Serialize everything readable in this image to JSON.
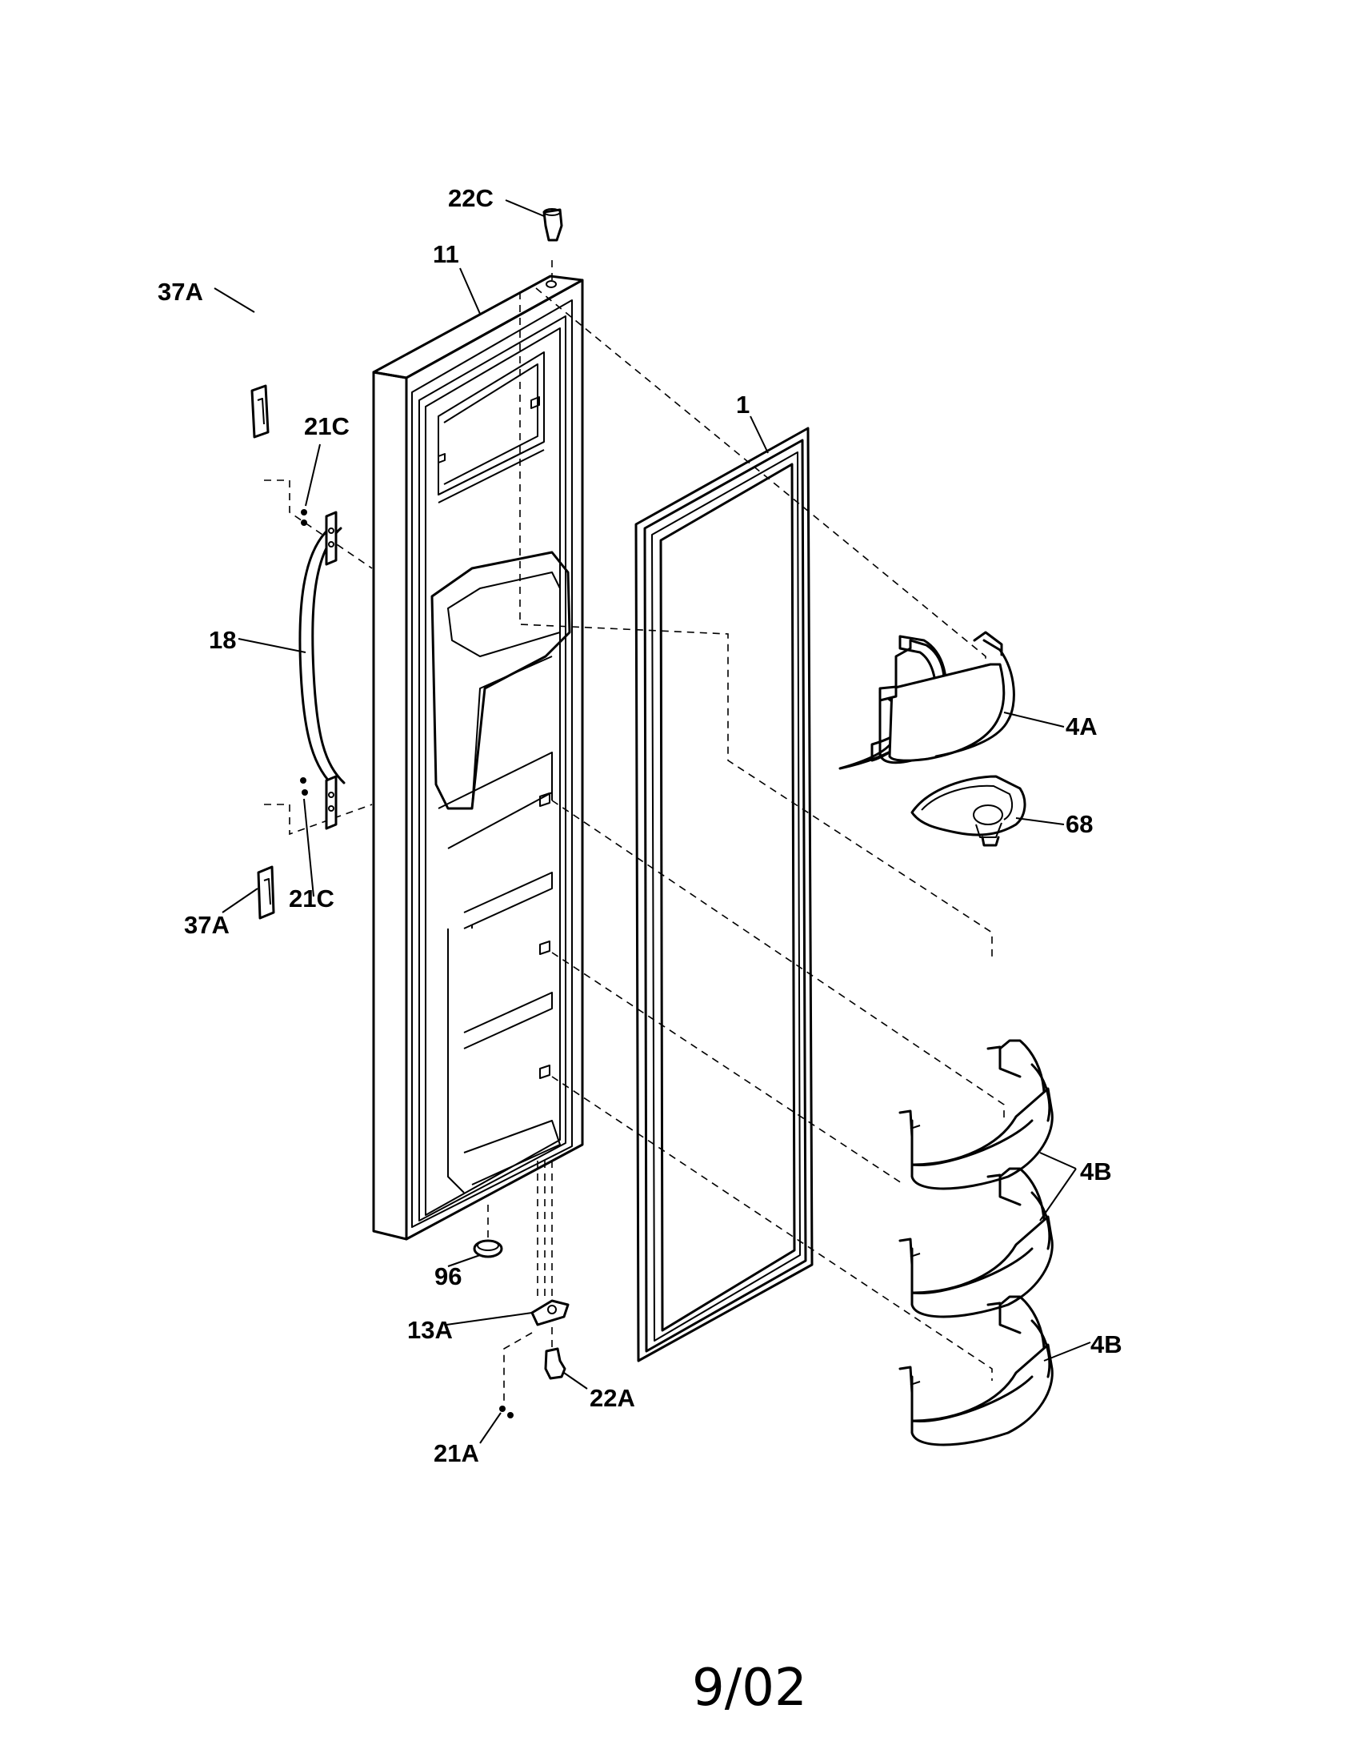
{
  "diagram": {
    "labels": {
      "p22C": "22C",
      "p11": "11",
      "p37A_top": "37A",
      "p21C_top": "21C",
      "p1": "1",
      "p18": "18",
      "p4A": "4A",
      "p68": "68",
      "p37A_bottom": "37A",
      "p21C_bottom": "21C",
      "p4B_upper": "4B",
      "p4B_lower": "4B",
      "p96": "96",
      "p13A": "13A",
      "p22A": "22A",
      "p21A": "21A"
    },
    "footer": "9/02"
  }
}
